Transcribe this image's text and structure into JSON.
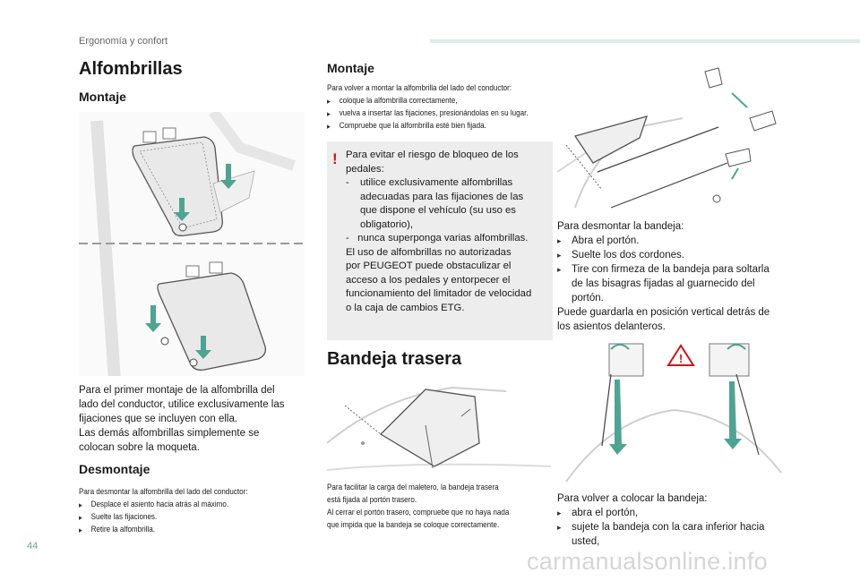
{
  "header": {
    "section": "Ergonomía y confort",
    "page_number": "44"
  },
  "watermark": "carmanualsonline.info",
  "left": {
    "title": "Alfombrillas",
    "montaje_heading": "Montaje",
    "intro": [
      "Para el primer montaje de la alfombrilla del",
      "lado del conductor, utilice exclusivamente las",
      "fijaciones que se incluyen con ella.",
      "Las demás alfombrillas simplemente se",
      "colocan sobre la moqueta."
    ],
    "desmontaje_heading": "Desmontaje",
    "desmontaje_intro": "Para desmontar la alfombrilla del lado del conductor:",
    "desmontaje_steps": [
      "Desplace el asiento hacia atrás al máximo.",
      "Suelte las fijaciones.",
      "Retire la alfombrilla."
    ]
  },
  "middle": {
    "montaje_heading": "Montaje",
    "montaje_intro": "Para volver a montar la alfombrilla del lado del conductor:",
    "montaje_steps": [
      "coloque la alfombrilla correctamente,",
      "vuelva a insertar las fijaciones, presionándolas en su lugar.",
      "Compruebe que la alfombrilla esté bien fijada."
    ],
    "warning": {
      "mark": "!",
      "line1": "Para evitar el riesgo de bloqueo de los",
      "line2": "pedales:",
      "item1_dash": "-",
      "item1_l1": "utilice exclusivamente alfombrillas",
      "item1_l2": "adecuadas para las fijaciones de las",
      "item1_l3": "que dispone el vehículo (su uso es",
      "item1_l4": "obligatorio),",
      "item2": "-   nunca superponga varias alfombrillas.",
      "p2_l1": "El uso de alfombrillas no autorizadas",
      "p2_l2": "por PEUGEOT puede obstaculizar el",
      "p2_l3": "acceso a los pedales y entorpecer el",
      "p2_l4": "funcionamiento del limitador de velocidad",
      "p2_l5": "o la caja de cambios ETG."
    },
    "bandeja_title": "Bandeja trasera",
    "bandeja_text": [
      "Para facilitar la carga del maletero, la bandeja trasera",
      "está fijada al portón trasero.",
      "Al cerrar el portón trasero, compruebe que no haya nada",
      "que impida que la bandeja se coloque correctamente."
    ]
  },
  "right": {
    "desmontar_intro": "Para desmontar la bandeja:",
    "desmontar_steps": [
      "Abra el portón.",
      "Suelte los dos cordones.",
      "Tire con firmeza de la bandeja para soltarla"
    ],
    "desmontar_step3_cont": [
      "de las bisagras fijadas al guarnecido del",
      "portón."
    ],
    "guardar_l1": "Puede guardarla en posición vertical detrás de",
    "guardar_l2": "los asientos delanteros.",
    "colocar_intro": "Para volver a colocar la bandeja:",
    "colocar_steps": [
      "abra el portón,",
      "sujete la bandeja con la cara inferior hacia"
    ],
    "colocar_step2_cont": "usted,"
  },
  "colors": {
    "accent": "#4aa3a3",
    "warning": "#d01515",
    "arrow": "#4fa392"
  }
}
